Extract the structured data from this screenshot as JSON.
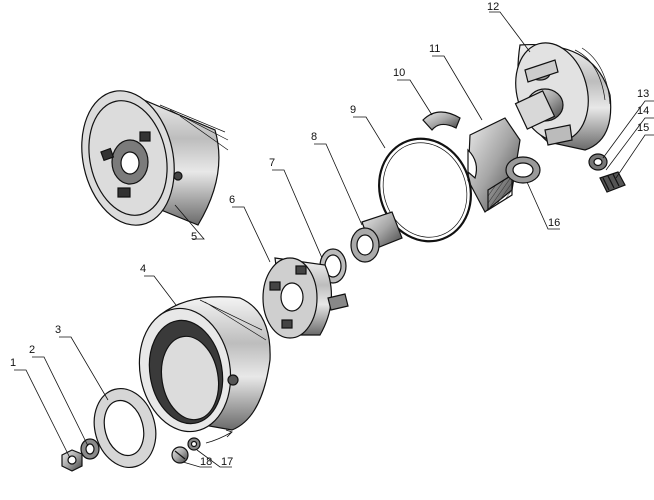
{
  "callouts": [
    {
      "id": "1",
      "text": "1"
    },
    {
      "id": "2",
      "text": "2"
    },
    {
      "id": "3",
      "text": "3"
    },
    {
      "id": "4",
      "text": "4"
    },
    {
      "id": "5",
      "text": "5"
    },
    {
      "id": "6",
      "text": "6"
    },
    {
      "id": "7",
      "text": "7"
    },
    {
      "id": "8",
      "text": "8"
    },
    {
      "id": "9",
      "text": "9"
    },
    {
      "id": "10",
      "text": "10"
    },
    {
      "id": "11",
      "text": "11"
    },
    {
      "id": "12",
      "text": "12"
    },
    {
      "id": "13",
      "text": "13"
    },
    {
      "id": "14",
      "text": "14"
    },
    {
      "id": "15",
      "text": "15"
    },
    {
      "id": "16",
      "text": "16"
    },
    {
      "id": "17",
      "text": "17"
    },
    {
      "id": "18",
      "text": "18"
    }
  ],
  "colors": {
    "ink": "#111111",
    "paper": "#ffffff",
    "shade": "#2a2a2a",
    "light": "#cfcfcf"
  }
}
